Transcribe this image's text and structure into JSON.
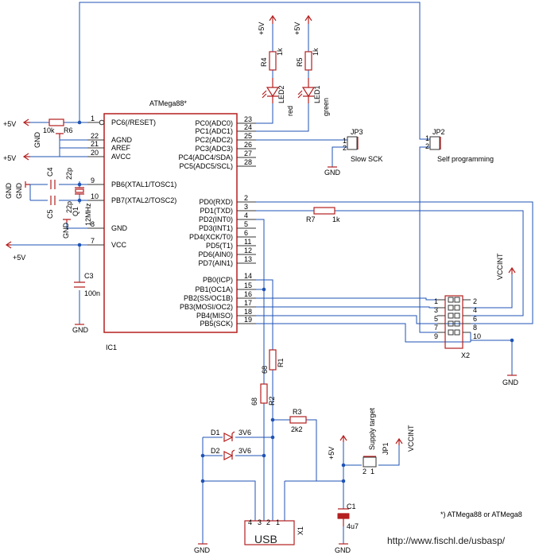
{
  "chip": {
    "name": "ATMega88*",
    "ref": "IC1",
    "left_pins": [
      {
        "num": "1",
        "label": "PC6(/RESET)"
      },
      {
        "num": "22",
        "label": "AGND"
      },
      {
        "num": "21",
        "label": "AREF"
      },
      {
        "num": "20",
        "label": "AVCC"
      },
      {
        "num": "9",
        "label": "PB6(XTAL1/TOSC1)"
      },
      {
        "num": "10",
        "label": "PB7(XTAL2/TOSC2)"
      },
      {
        "num": "8",
        "label": "GND"
      },
      {
        "num": "7",
        "label": "VCC"
      }
    ],
    "right_pins": [
      {
        "num": "23",
        "label": "PC0(ADC0)"
      },
      {
        "num": "24",
        "label": "PC1(ADC1)"
      },
      {
        "num": "25",
        "label": "PC2(ADC2)"
      },
      {
        "num": "26",
        "label": "PC3(ADC3)"
      },
      {
        "num": "27",
        "label": "PC4(ADC4/SDA)"
      },
      {
        "num": "28",
        "label": "PC5(ADC5/SCL)"
      },
      {
        "num": "2",
        "label": "PD0(RXD)"
      },
      {
        "num": "3",
        "label": "PD1(TXD)"
      },
      {
        "num": "4",
        "label": "PD2(INT0)"
      },
      {
        "num": "5",
        "label": "PD3(INT1)"
      },
      {
        "num": "6",
        "label": "PD4(XCK/T0)"
      },
      {
        "num": "11",
        "label": "PD5(T1)"
      },
      {
        "num": "12",
        "label": "PD6(AIN0)"
      },
      {
        "num": "13",
        "label": "PD7(AIN1)"
      },
      {
        "num": "14",
        "label": "PB0(ICP)"
      },
      {
        "num": "15",
        "label": "PB1(OC1A)"
      },
      {
        "num": "16",
        "label": "PB2(SS/OC1B)"
      },
      {
        "num": "17",
        "label": "PB3(MOSI/OC2)"
      },
      {
        "num": "18",
        "label": "PB4(MISO)"
      },
      {
        "num": "19",
        "label": "PB5(SCK)"
      }
    ]
  },
  "nets": {
    "vcc": "+5V",
    "gnd": "GND",
    "vccint": "VCCINT"
  },
  "parts": {
    "r6": {
      "ref": "R6",
      "value": "10k"
    },
    "r4": {
      "ref": "R4",
      "value": "1k"
    },
    "r5": {
      "ref": "R5",
      "value": "1k"
    },
    "r7": {
      "ref": "R7",
      "value": "1k"
    },
    "r1": {
      "ref": "R1",
      "value": "68"
    },
    "r2": {
      "ref": "R2",
      "value": "68"
    },
    "r3": {
      "ref": "R3",
      "value": "2k2"
    },
    "led2": {
      "ref": "LED2",
      "color": "red"
    },
    "led1": {
      "ref": "LED1",
      "color": "green"
    },
    "c4": {
      "ref": "C4",
      "value": "22p"
    },
    "c5": {
      "ref": "C5",
      "value": "22p"
    },
    "c3": {
      "ref": "C3",
      "value": "100n"
    },
    "c1": {
      "ref": "C1",
      "value": "4u7"
    },
    "q1": {
      "ref": "Q1",
      "value": "12MHz"
    },
    "d1": {
      "ref": "D1",
      "value": "3V6"
    },
    "d2": {
      "ref": "D2",
      "value": "3V6"
    },
    "jp1": {
      "ref": "JP1",
      "label": "Supply target",
      "p1": "1",
      "p2": "2"
    },
    "jp2": {
      "ref": "JP2",
      "label": "Self programming",
      "p1": "1",
      "p2": "2"
    },
    "jp3": {
      "ref": "JP3",
      "label": "Slow SCK",
      "p1": "1",
      "p2": "2"
    },
    "x2": {
      "ref": "X2",
      "pins_left": [
        "1",
        "3",
        "5",
        "7",
        "9"
      ],
      "pins_right": [
        "2",
        "4",
        "6",
        "8",
        "10"
      ]
    },
    "x1": {
      "ref": "X1",
      "label": "USB",
      "pins": [
        "4",
        "3",
        "2",
        "1"
      ]
    }
  },
  "footnote": "*) ATMega88 or ATMega8",
  "url": "http://www.fischl.de/usbasp/"
}
